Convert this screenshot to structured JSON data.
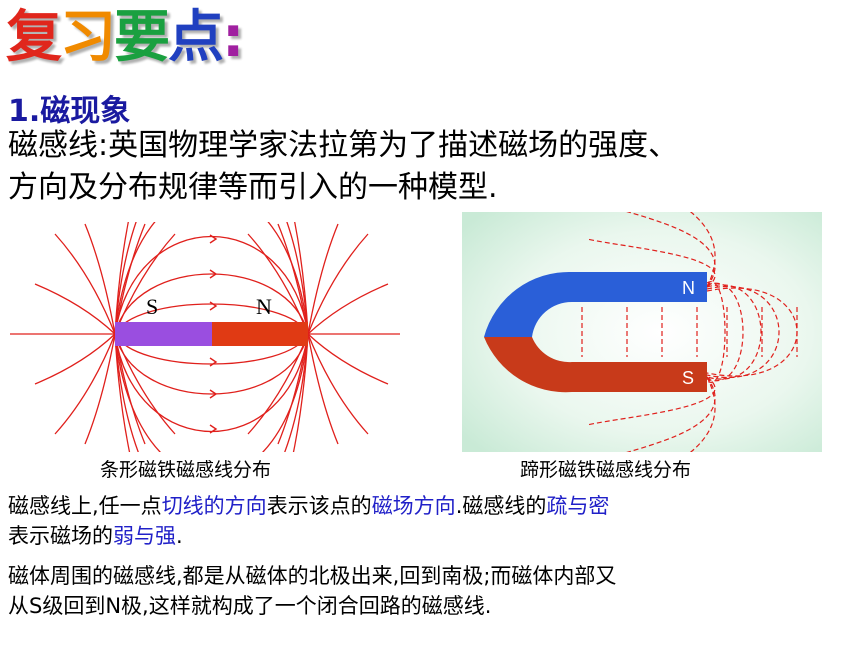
{
  "title": [
    "复",
    "习",
    "要",
    "点",
    ":"
  ],
  "title_colors": [
    "#e0261c",
    "#f08a00",
    "#1aa040",
    "#2040c0",
    "#a020a0"
  ],
  "section_heading": "1.磁现象",
  "intro_line1": "磁感线:英国物理学家法拉第为了描述磁场的强度、",
  "intro_line2": "方向及分布规律等而引入的一种模型.",
  "bar_magnet": {
    "label_s": "S",
    "label_n": "N",
    "caption": "条形磁铁磁感线分布"
  },
  "horseshoe_magnet": {
    "label_n": "N",
    "label_s": "S",
    "caption": "蹄形磁铁磁感线分布"
  },
  "para1": {
    "a": "磁感线上,任一点",
    "b": "切线的方向",
    "c": "表示该点的",
    "d": "磁场方向",
    "e": ".磁感线的",
    "f": "疏与密",
    "g": "表示磁场的",
    "h": "弱与强",
    "i": "."
  },
  "para2_line1": "磁体周围的磁感线,都是从磁体的北极出来,回到南极;而磁体内部又",
  "para2_line2": "从S级回到N极,这样就构成了一个闭合回路的磁感线.",
  "colors": {
    "field_line": "#e0201c",
    "bar_s": "#9a4ee0",
    "bar_n": "#e03a14",
    "horse_blue": "#2a5fd8",
    "horse_red": "#c83a1a",
    "highlight": "#2020c8"
  }
}
